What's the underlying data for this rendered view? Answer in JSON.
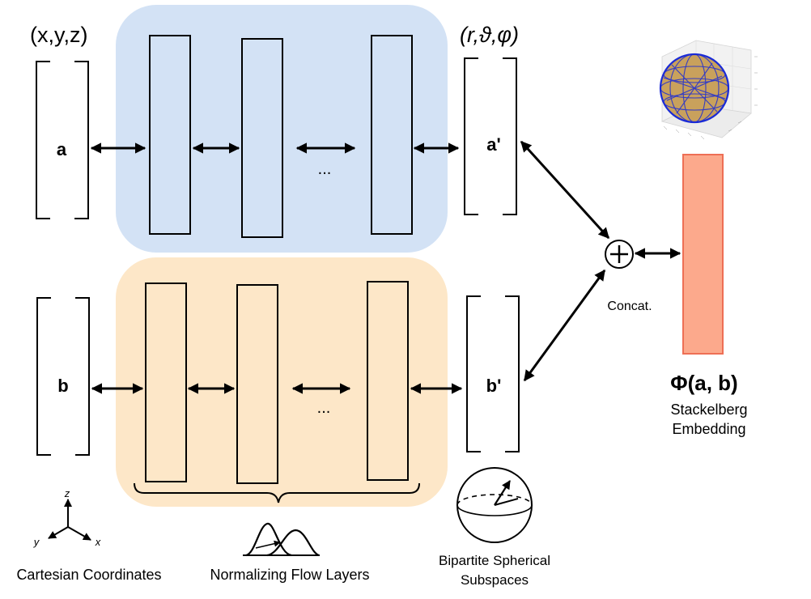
{
  "input_label": "(x,y,z)",
  "output_label": "(r,ϑ,φ)",
  "vec_a": "a",
  "vec_b": "b",
  "vec_a_prime": "a'",
  "vec_b_prime": "b'",
  "ellipsis_top": "...",
  "ellipsis_bottom": "...",
  "concat_label": "Concat.",
  "embedding_symbol": "Φ(a, b)",
  "embedding_caption_line1": "Stackelberg",
  "embedding_caption_line2": "Embedding",
  "cartesian_caption": "Cartesian Coordinates",
  "flow_caption": "Normalizing Flow Layers",
  "spherical_caption_line1": "Bipartite Spherical",
  "spherical_caption_line2": "Subspaces",
  "axis_z": "z",
  "axis_y": "y",
  "axis_x": "x",
  "colors": {
    "top_panel": "#d3e2f5",
    "bottom_panel": "#fde7c8",
    "embedding_bar": "#fca98c",
    "embedding_bar_stroke": "#ee6f55",
    "sphere_points": "#c9a15c",
    "sphere_grid": "#1b2bd6"
  }
}
